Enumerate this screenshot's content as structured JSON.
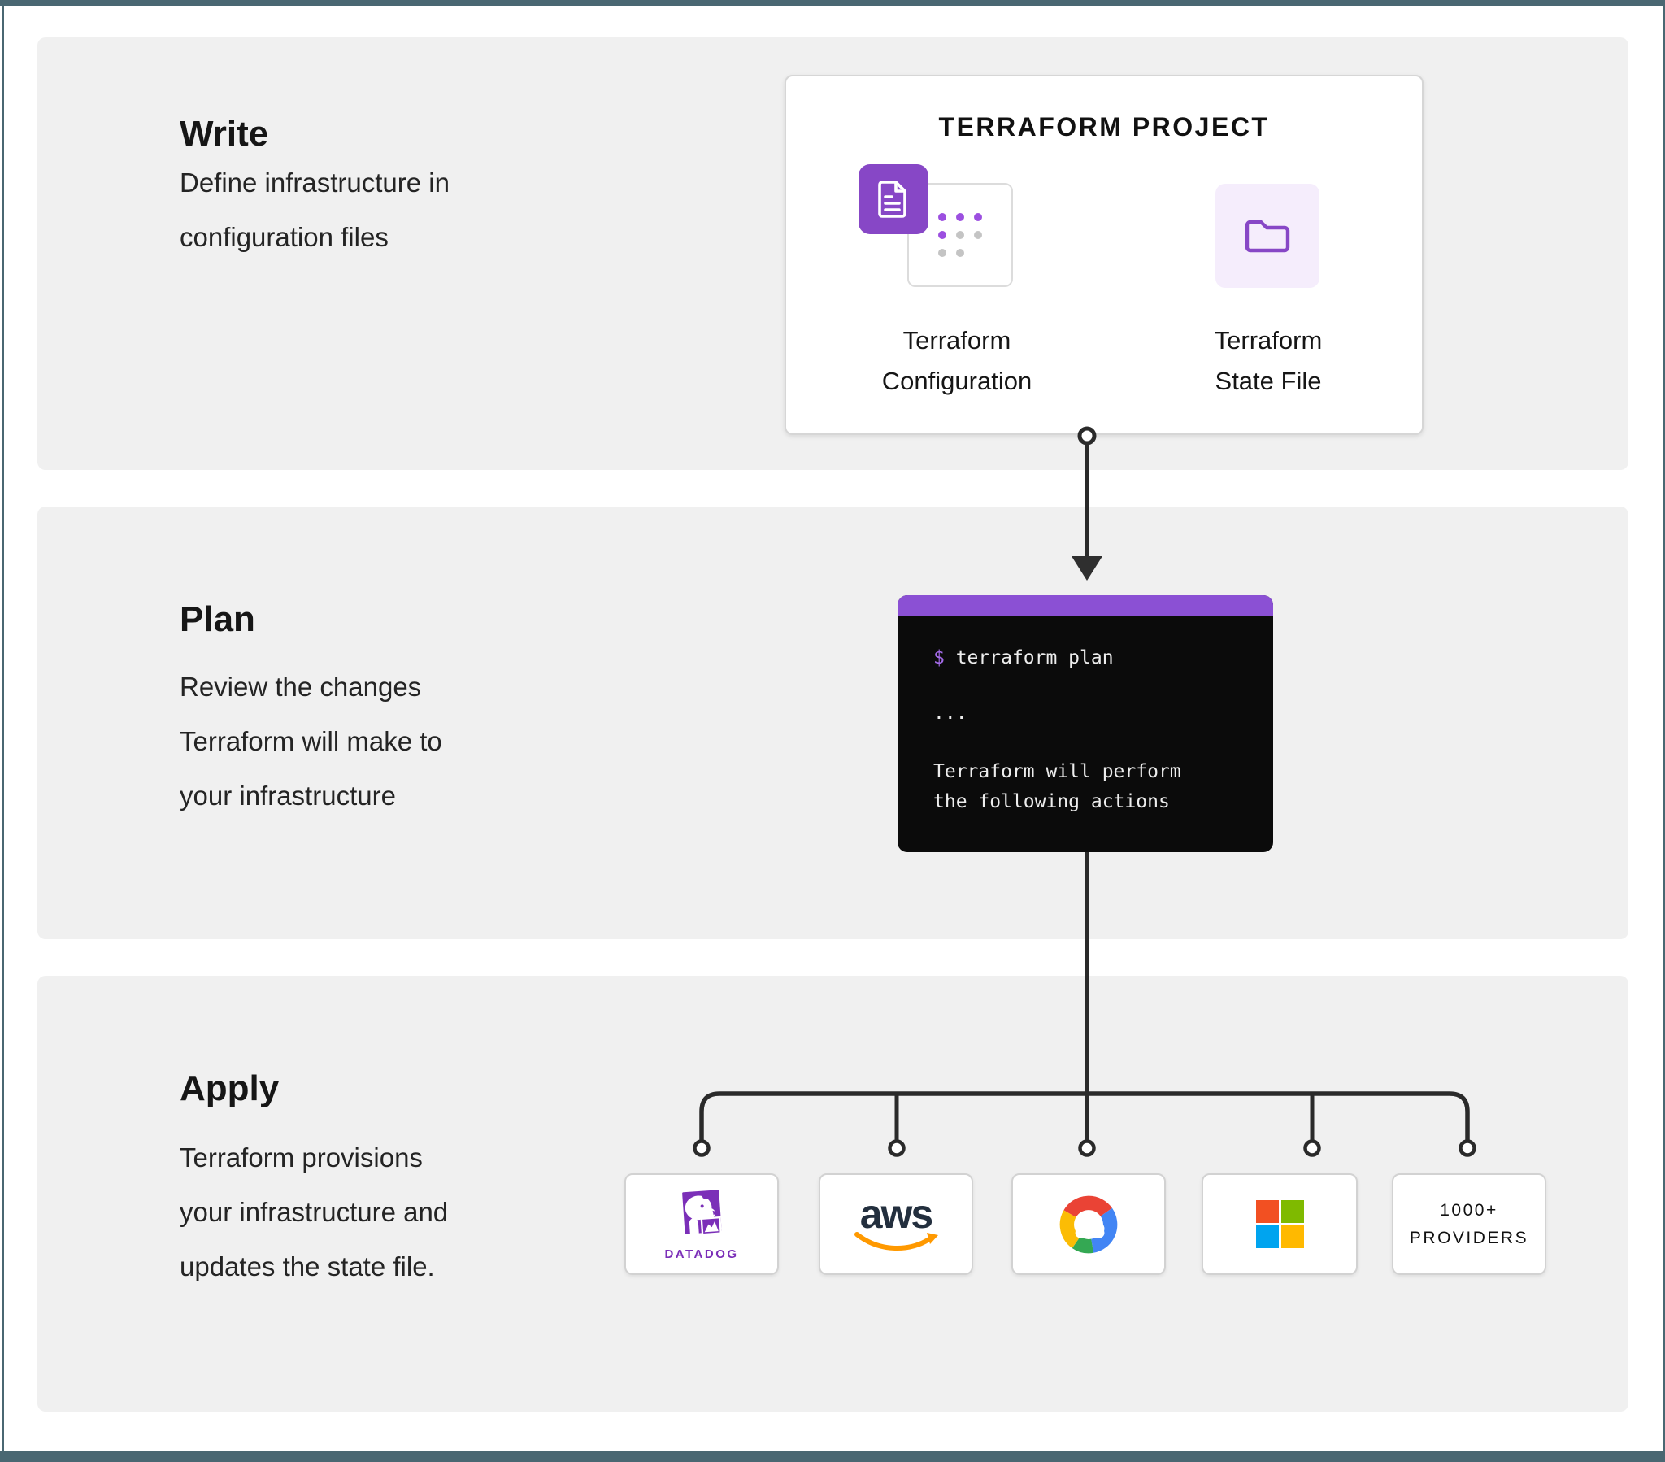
{
  "frame": {
    "border_color": "#4a6772",
    "page_background": "#ffffff",
    "section_background": "#f0f0f0"
  },
  "sections": {
    "write": {
      "title": "Write",
      "body_lines": [
        "Define infrastructure in",
        "configuration files"
      ]
    },
    "plan": {
      "title": "Plan",
      "body_lines": [
        "Review the changes",
        "Terraform will make to",
        "your infrastructure"
      ]
    },
    "apply": {
      "title": "Apply",
      "body_lines": [
        "Terraform provisions",
        "your infrastructure and",
        "updates the state file."
      ]
    }
  },
  "project_card": {
    "title": "TERRAFORM PROJECT",
    "configuration": {
      "label_lines": [
        "Terraform",
        "Configuration"
      ],
      "icon": "document-and-dots-icon"
    },
    "state_file": {
      "label_lines": [
        "Terraform",
        "State File"
      ],
      "icon": "folder-icon"
    }
  },
  "terminal": {
    "prompt": "$",
    "command": " terraform plan",
    "ellipsis": "...",
    "output_lines": [
      "Terraform will perform",
      "the following actions"
    ],
    "header_color": "#8b50d4",
    "body_color": "#0b0b0b",
    "prompt_color": "#a46be8",
    "text_color": "#ededed"
  },
  "connectors": {
    "stroke_color": "#2a2a2a"
  },
  "providers": {
    "datadog": {
      "name": "Datadog",
      "label": "DATADOG",
      "brand_color": "#7b2fb8"
    },
    "aws": {
      "name": "AWS",
      "label": "aws",
      "text_color": "#232f3e",
      "smile_color": "#ff9900"
    },
    "gcp": {
      "name": "Google Cloud",
      "colors": [
        "#ea4335",
        "#4285f4",
        "#34a853",
        "#fbbc05"
      ]
    },
    "microsoft": {
      "name": "Microsoft",
      "colors": [
        "#f25022",
        "#7fba00",
        "#00a4ef",
        "#ffb900"
      ]
    },
    "more": {
      "name": "1000+ Providers",
      "label_lines": [
        "1000+",
        "PROVIDERS"
      ]
    }
  },
  "accent": {
    "purple": "#8747c6",
    "purple_light": "#f5edfc",
    "dot_purple": "#9c4fe0",
    "dot_gray": "#c4c4c4"
  }
}
